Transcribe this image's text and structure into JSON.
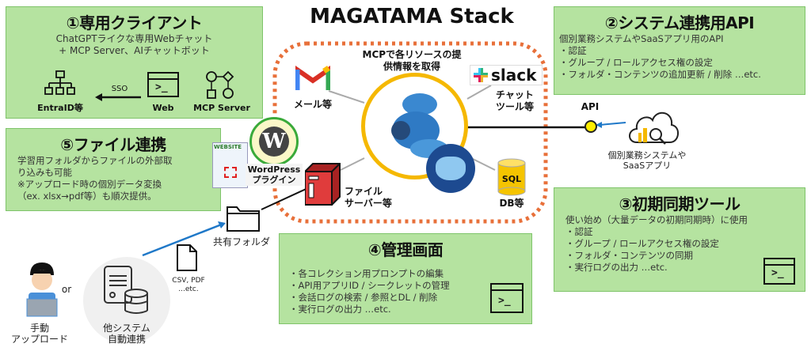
{
  "title": "MAGATAMA Stack",
  "center": {
    "caption": [
      "MCPで各リソースの提",
      "供情報を取得"
    ],
    "mail_label": "メール等",
    "chat_label": [
      "チャット",
      "ツール等"
    ],
    "slack_label": "slack",
    "file_server_label": [
      "ファイル",
      "サーバー等"
    ],
    "db_label": "DB等",
    "sql_label": "SQL",
    "wordpress_label": [
      "WordPress",
      "プラグイン"
    ],
    "website_label": "WEBSITE"
  },
  "box1": {
    "title": "①専用クライアント",
    "lines": [
      "ChatGPTライクな専用Webチャット",
      "+ MCP Server、AIチャットボット"
    ],
    "sso_label": "SSO",
    "entra_label": "EntraID等",
    "web_label": "Web",
    "mcp_label": "MCP Server"
  },
  "box2": {
    "title": "②システム連携用API",
    "lines": [
      "個別業務システムやSaaSアプリ用のAPI",
      "・認証",
      "・グループ / ロールアクセス権の設定",
      "・フォルダ・コンテンツの追加更新 / 削除 …etc."
    ]
  },
  "api": {
    "label": "API",
    "saas_label": [
      "個別業務システムや",
      "SaaSアプリ"
    ]
  },
  "box3": {
    "title": "③初期同期ツール",
    "lines": [
      "使い始め（大量データの初期同期時）に使用",
      "・認証",
      "・グループ / ロールアクセス権の設定",
      "・フォルダ・コンテンツの同期",
      "・実行ログの出力 …etc."
    ]
  },
  "box4": {
    "title": "④管理画面",
    "lines": [
      "・各コレクション用プロンプトの編集",
      "・API用アプリID / シークレットの管理",
      "・会話ログの検索 / 参照とDL / 削除",
      "・実行ログの出力 …etc."
    ]
  },
  "box5": {
    "title": "⑤ファイル連携",
    "lines": [
      "学習用フォルダからファイルの外部取",
      "り込みも可能",
      "※アップロード時の個別データ変換",
      "（ex. xlsx→pdf等）も順次提供。"
    ]
  },
  "bottom": {
    "shared_folder": "共有フォルダ",
    "file_types": [
      "CSV, PDF",
      "...etc."
    ],
    "or_label": "or",
    "manual_upload": [
      "手動",
      "アップロード"
    ],
    "auto_sync": [
      "他システム",
      "自動連携"
    ]
  },
  "colors": {
    "box_fill": "#b5e3a0",
    "box_border": "#7fc46a",
    "dotted": "#e8703a",
    "ring": "#f5b800",
    "arrow_blue": "#1f78c8"
  }
}
